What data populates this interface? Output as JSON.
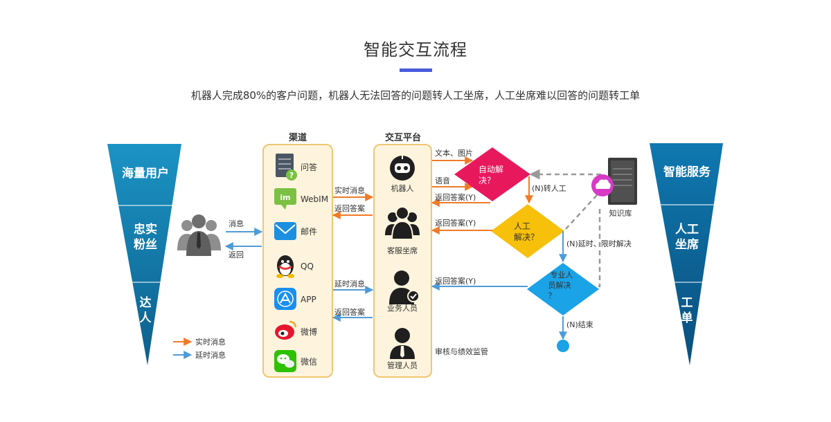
{
  "header": {
    "title": "智能交互流程",
    "subtitle": "机器人完成80%的客户问题，机器人无法回答的问题转人工坐席，人工坐席难以回答的问题转工单"
  },
  "left_funnel": {
    "sections": [
      {
        "lines": [
          "海量用户"
        ]
      },
      {
        "lines": [
          "忠实",
          "粉丝"
        ]
      },
      {
        "lines": [
          "达",
          "人"
        ]
      }
    ]
  },
  "right_funnel": {
    "sections": [
      {
        "lines": [
          "智能服务"
        ]
      },
      {
        "lines": [
          "人工",
          "坐席"
        ]
      },
      {
        "lines": [
          "工",
          "单"
        ]
      }
    ]
  },
  "channels": {
    "title": "渠道",
    "items": [
      "问答",
      "WebIM",
      "邮件",
      "QQ",
      "APP",
      "微博",
      "微信"
    ]
  },
  "platform": {
    "title": "交互平台",
    "items": [
      "机器人",
      "客服坐席",
      "业务人员",
      "管理人员"
    ]
  },
  "arrows": {
    "user_send": "消息",
    "user_return": "返回",
    "realtime_msg": "实时消息",
    "return_answer_1": "返回答案",
    "delayed_msg": "延时消息",
    "return_answer_2": "返回答案",
    "text_image": "文本、图片",
    "voice": "语音",
    "return_answer_y1": "返回答案(Y)",
    "return_answer_y2": "返回答案(Y)",
    "return_answer_y3": "返回答案(Y)",
    "to_human": "(N)转人工",
    "delay_limit": "(N)延时、限时解决",
    "end": "(N)结束",
    "audit": "审核与绩效监管"
  },
  "decisions": {
    "auto": [
      "自动解",
      "决？"
    ],
    "human": [
      "人工",
      "解决？"
    ],
    "expert": [
      "专业人",
      "员解决",
      "？"
    ]
  },
  "knowledge_base": "知识库",
  "legend": {
    "realtime": "实时消息",
    "delayed": "延时消息"
  },
  "colors": {
    "funnel_top": "#1b93c4",
    "funnel_bottom": "#0d5f8c",
    "orange": "#f07a26",
    "blue": "#4e9bd8",
    "diamond_auto": "#e8185d",
    "diamond_human": "#f7c00a",
    "diamond_expert": "#1aa3e6",
    "panel_border": "#f1c56f",
    "panel_fill": "#fef4dd",
    "accent": "#4a5bdc"
  }
}
